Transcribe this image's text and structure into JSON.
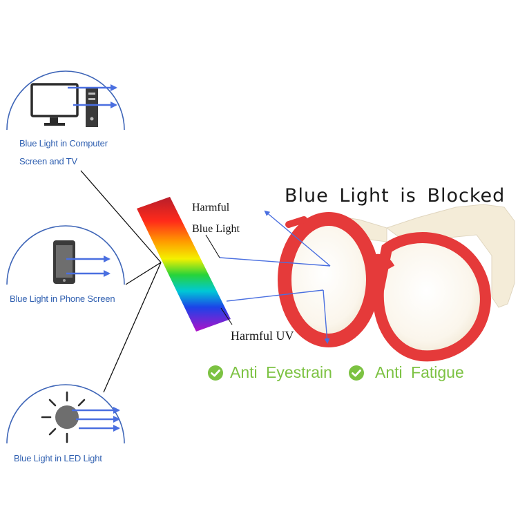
{
  "sources": {
    "computer": {
      "line1": "Blue Light in Computer",
      "line2": "Screen and TV",
      "icon": "computer-icon"
    },
    "phone": {
      "label": "Blue Light in Phone Screen",
      "icon": "phone-icon"
    },
    "led": {
      "label": "Blue Light in LED Light",
      "icon": "light-bulb-icon"
    }
  },
  "spectrum": {
    "harmful_blue_line1": "Harmful",
    "harmful_blue_line2": "Blue Light",
    "harmful_uv": "Harmful UV"
  },
  "headline": "Blue Light is Blocked",
  "benefits": [
    {
      "label": "Anti Eyestrain",
      "icon": "check-circle-icon"
    },
    {
      "label": "Anti Fatigue",
      "icon": "check-circle-icon"
    }
  ],
  "colors": {
    "arc_blue": "#3f66b8",
    "arrow_blue": "#4a6fe0",
    "frame_red": "#e53a3a",
    "temple_cream": "#f4ecd8",
    "benefit_green": "#7cc242"
  }
}
